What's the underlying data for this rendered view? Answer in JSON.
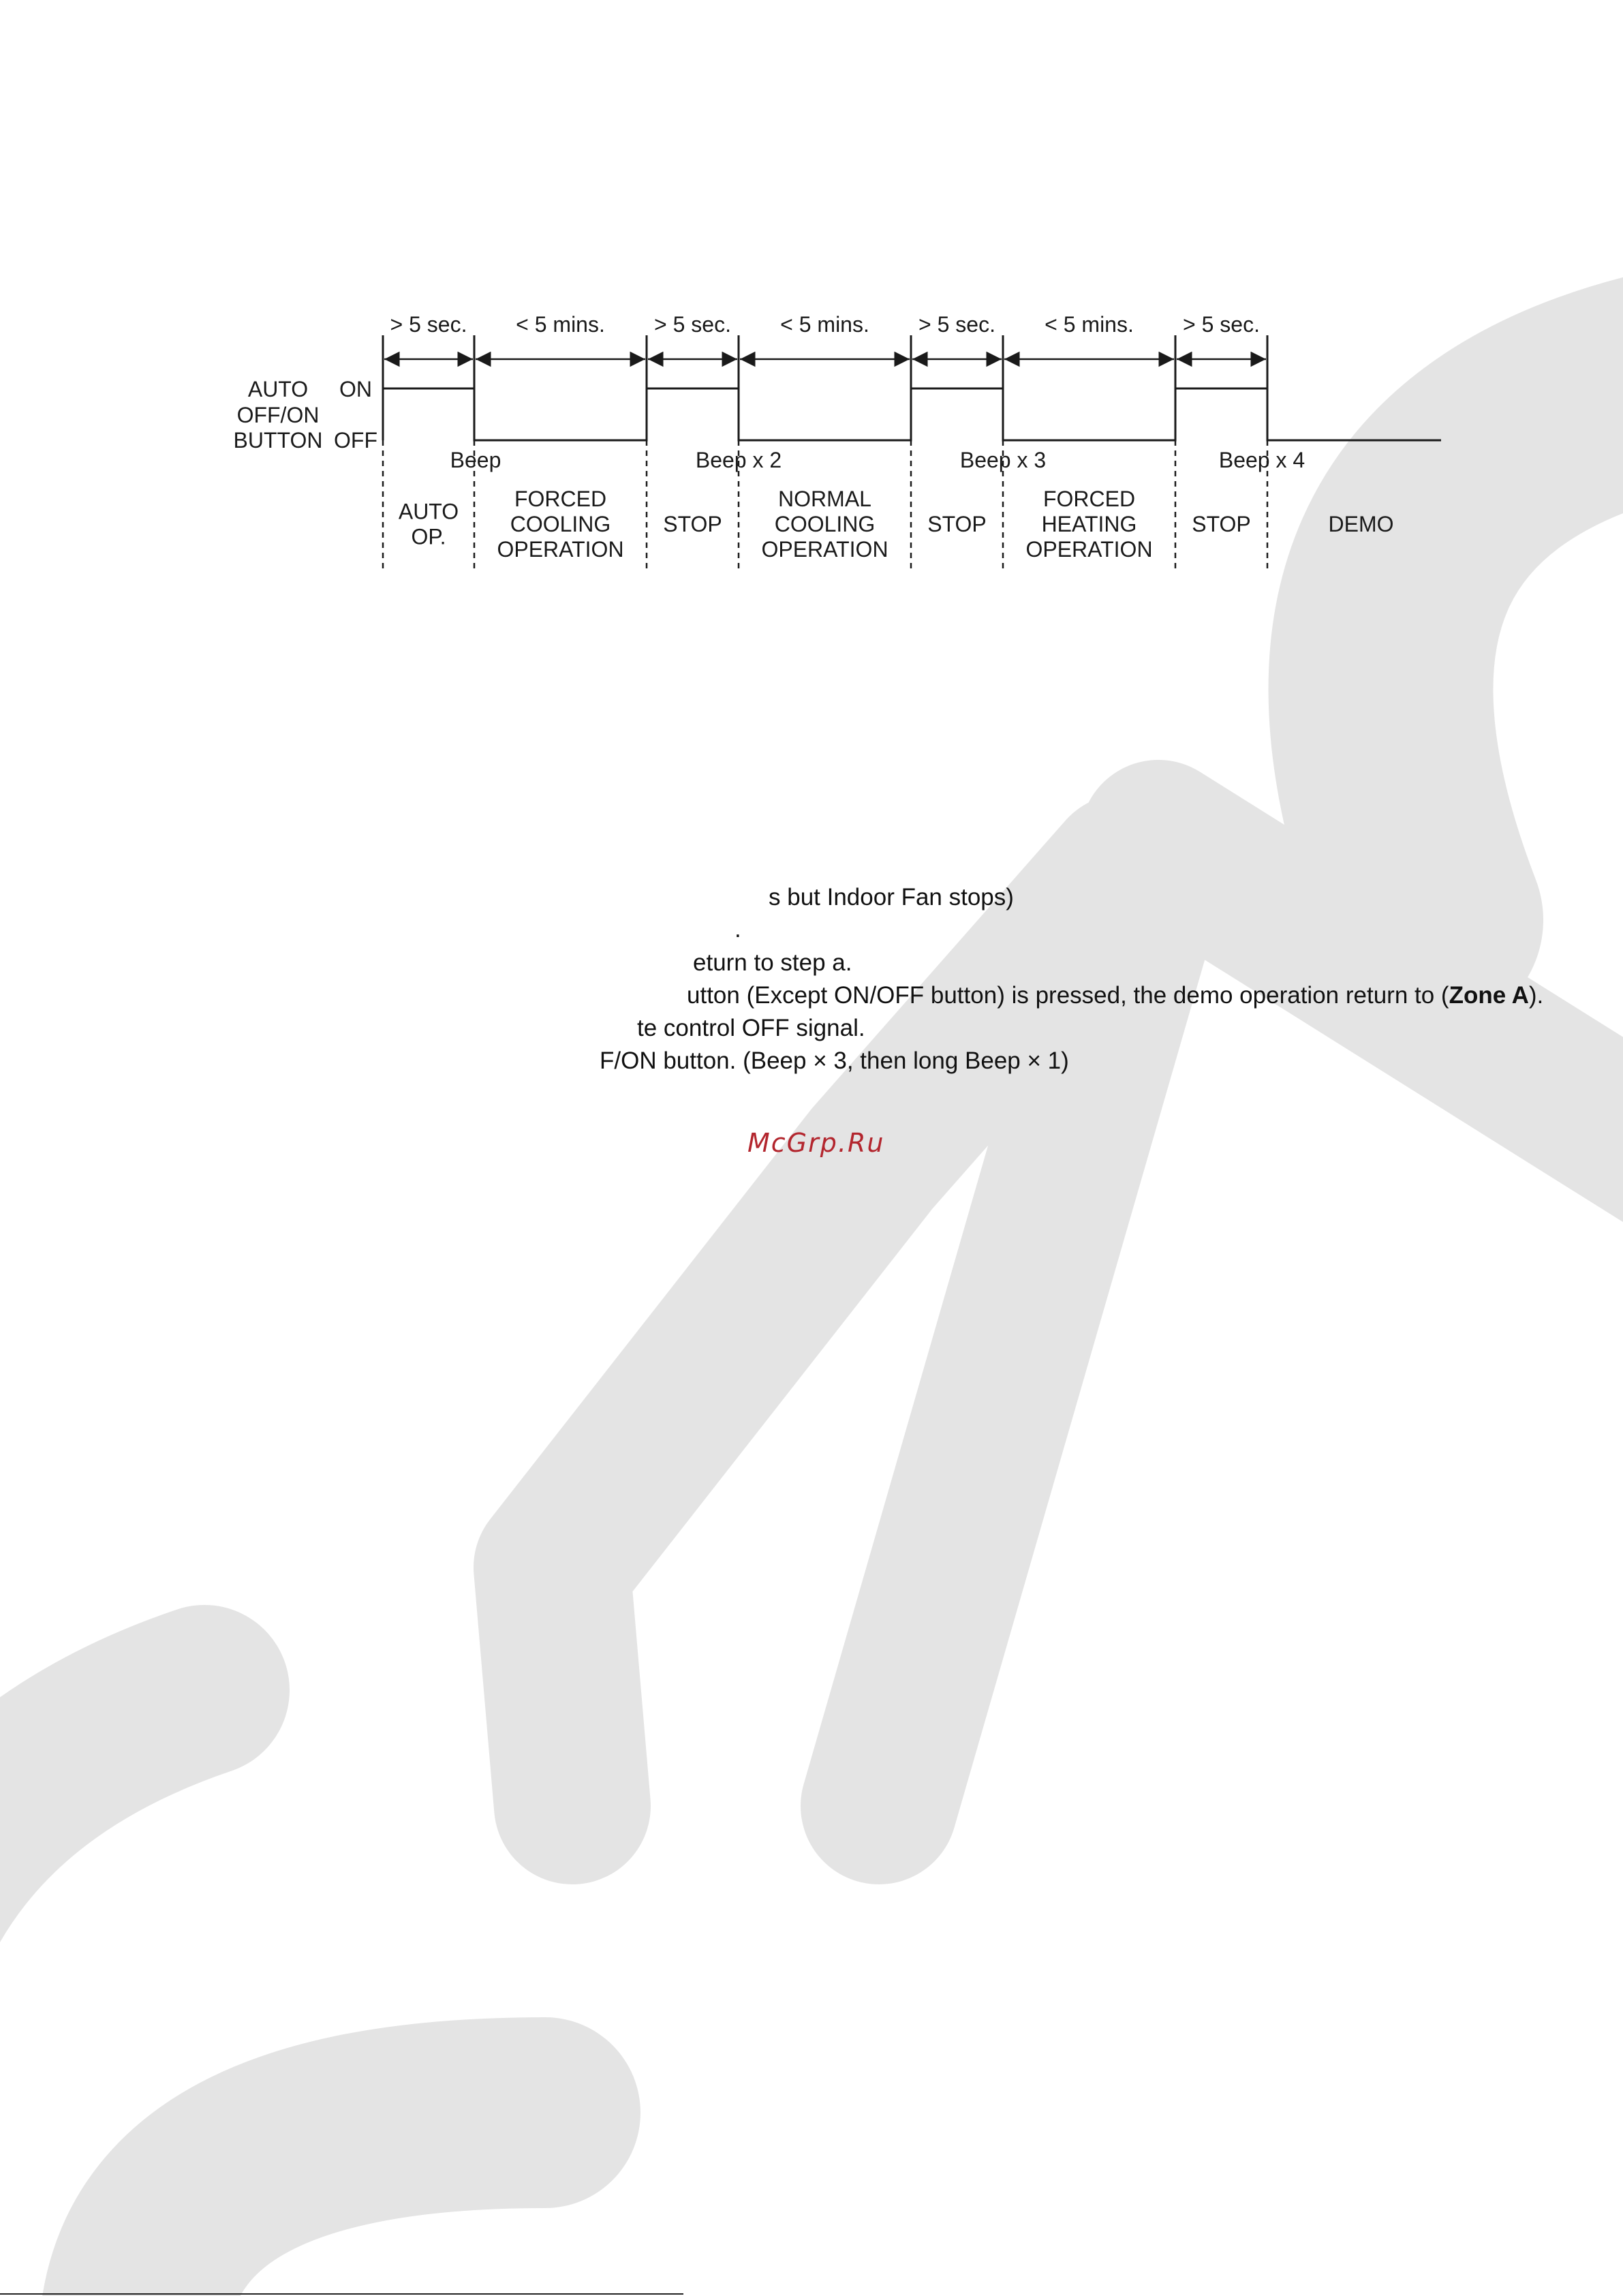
{
  "diagram": {
    "signal_label": [
      "AUTO",
      "OFF/ON",
      "BUTTON"
    ],
    "level_on": "ON",
    "level_off": "OFF",
    "intervals": [
      "> 5 sec.",
      "< 5 mins.",
      "> 5 sec.",
      "< 5 mins.",
      "> 5 sec.",
      "< 5 mins.",
      "> 5 sec."
    ],
    "beeps": [
      "Beep",
      "Beep x 2",
      "Beep x 3",
      "Beep x 4"
    ],
    "zones": [
      [
        "AUTO",
        "OP."
      ],
      [
        "FORCED",
        "COOLING",
        "OPERATION"
      ],
      [
        "STOP"
      ],
      [
        "NORMAL",
        "COOLING",
        "OPERATION"
      ],
      [
        "STOP"
      ],
      [
        "FORCED",
        "HEATING",
        "OPERATION"
      ],
      [
        "STOP"
      ],
      [
        "DEMO"
      ]
    ]
  },
  "notes": {
    "line1": "s but Indoor Fan stops)",
    "line2": ".",
    "line3": "eturn to step a.",
    "line4_a": "utton (Except ON/OFF button) is pressed, the demo operation return to (",
    "line4_bold": "Zone A",
    "line4_b": ").",
    "line5": "te control OFF signal.",
    "line6": "F/ON button. (Beep × 3, then long Beep × 1)"
  },
  "site_label": "McGrp.Ru",
  "colors": {
    "watermark": "#e4e4e4",
    "site_label": "#b3262e",
    "ink": "#1a1a1a"
  }
}
